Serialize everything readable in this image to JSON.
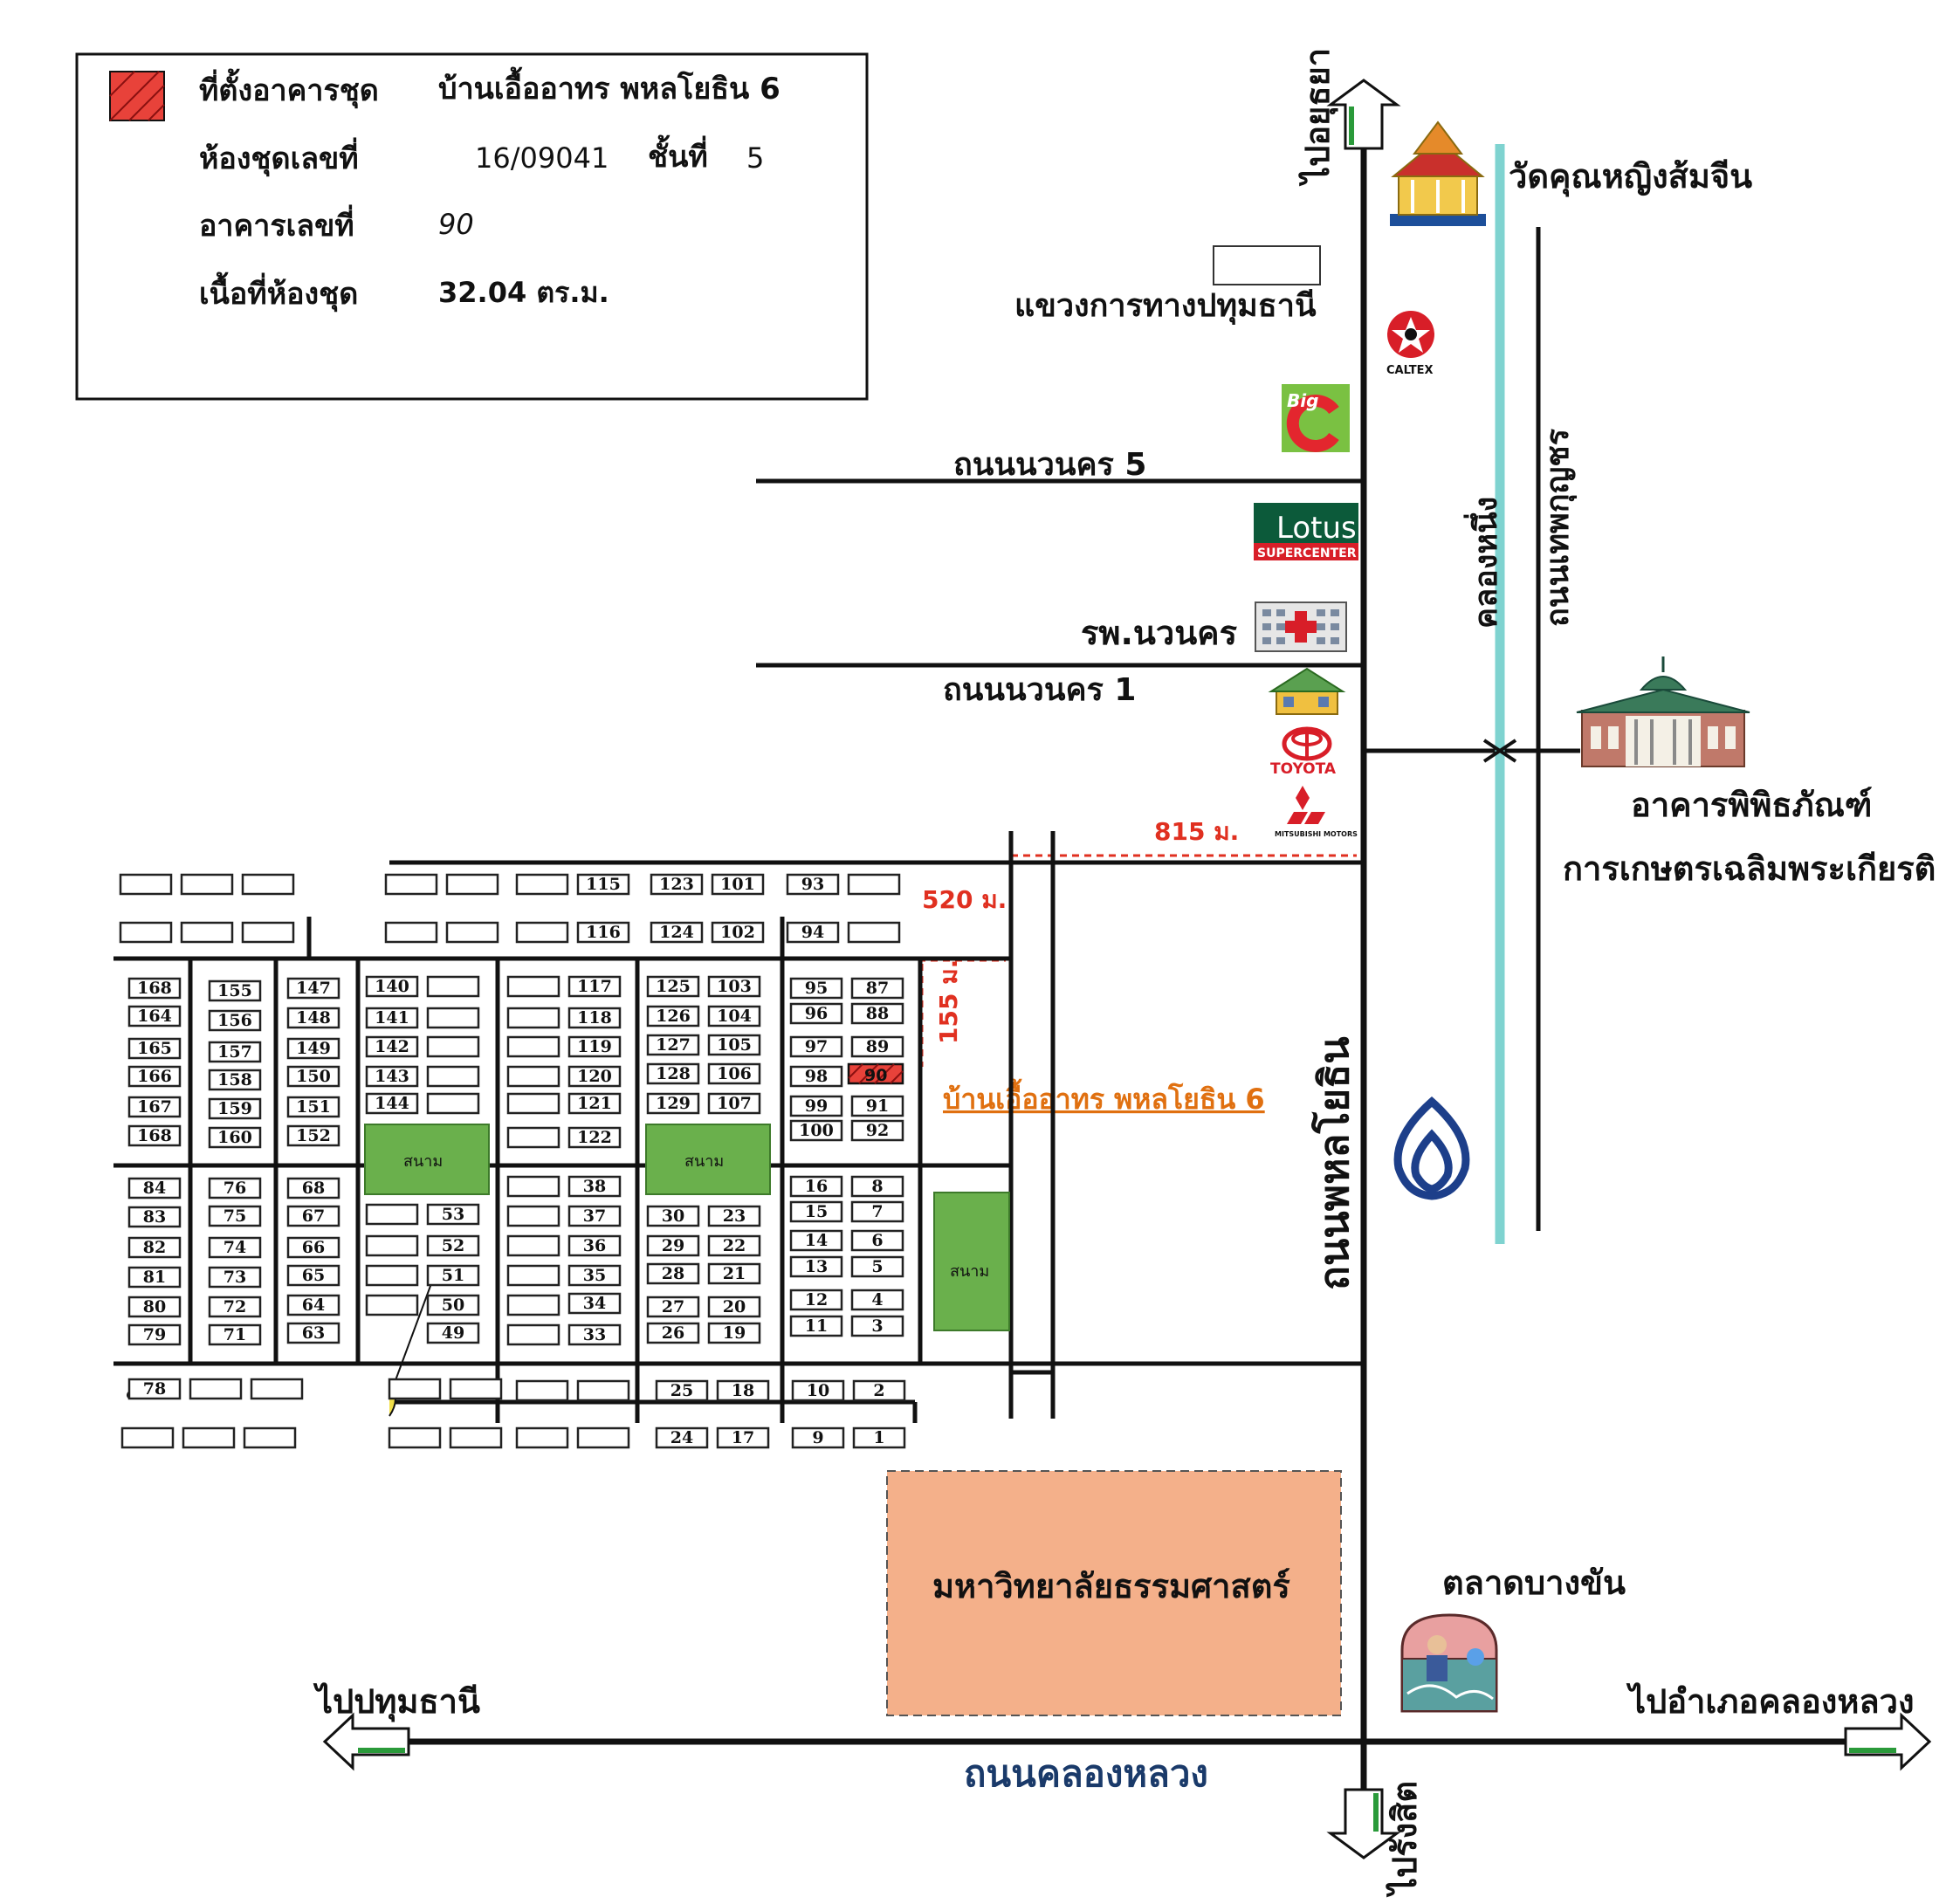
{
  "legend": {
    "row1_label": "ที่ตั้งอาคารชุด",
    "row1_value": "บ้านเอื้ออาทร พหลโยธิน 6",
    "row2_label": "ห้องชุดเลขที่",
    "row2_value": "16/09041",
    "row2_floor_label": "ชั้นที่",
    "row2_floor_value": "5",
    "row3_label": "อาคารเลขที่",
    "row3_value": "90",
    "row4_label": "เนื้อที่ห้องชุด",
    "row4_value": "32.04 ตร.ม.",
    "swatch_color": "#e8423a"
  },
  "directions": {
    "north": "ไปอยุธยา",
    "south": "ไปรังสิต",
    "west": "ไปปทุมธานี",
    "east": "ไปอำเภอคลองหลวง"
  },
  "roads": {
    "phahonyothin": "ถนนพหลโยธิน",
    "navanakorn5": "ถนนนวนคร 5",
    "navanakorn1": "ถนนนวนคร 1",
    "khlongluang": "ถนนคลองหลวง",
    "canal": "คลองหนึ่ง",
    "phutthamonthon": "ถนนเทพกุญชร"
  },
  "landmarks": {
    "temple": "วัดคุณหญิงส้มจีน",
    "highway_office": "แขวงการทางปทุมธานี",
    "caltex": "CALTEX",
    "bigc": "Big",
    "lotus": "Lotus",
    "lotus_sub": "SUPERCENTER",
    "hospital": "รพ.นวนคร",
    "toyota": "TOYOTA",
    "mitsubishi": "MITSUBISHI MOTORS",
    "museum_line1": "อาคารพิพิธภัณฑ์",
    "museum_line2": "การเกษตรเฉลิมพระเกียรติ",
    "university": "มหาวิทยาลัยธรรมศาสตร์",
    "market": "ตลาดบางขัน",
    "project": "บ้านเอื้ออาทร พหลโยธิน 6",
    "field": "สนาม"
  },
  "distances": {
    "d815": "815 ม.",
    "d520": "520 ม.",
    "d155": "155 ม."
  },
  "colors": {
    "highlight": "#e8423a",
    "field": "#6ab04c",
    "university": "#f4b08a",
    "canal": "#7fd3d0",
    "distance": "#e03020",
    "project_label": "#e07010",
    "road_label_blue": "#1a3a6a"
  }
}
